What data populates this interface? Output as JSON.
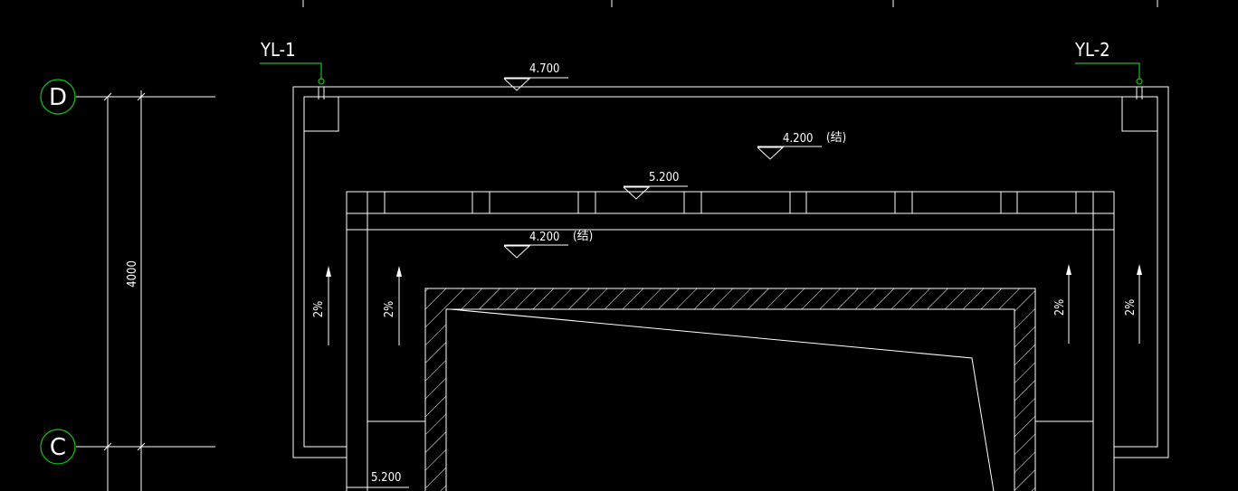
{
  "colors": {
    "background": "#000000",
    "lines": "#ffffff",
    "axis_bubble": "#12c412",
    "leader": "#12c412"
  },
  "axis_grid": [
    {
      "label": "D"
    },
    {
      "label": "C"
    }
  ],
  "dimension": {
    "value": "4000"
  },
  "pipe_tags": [
    {
      "label": "YL-1"
    },
    {
      "label": "YL-2"
    }
  ],
  "elevations": [
    {
      "value": "4.700",
      "note": ""
    },
    {
      "value": "4.200",
      "note": "(结)"
    },
    {
      "value": "5.200",
      "note": ""
    },
    {
      "value": "4.200",
      "note": "(结)"
    },
    {
      "value": "5.200",
      "note": ""
    }
  ],
  "slopes": [
    {
      "value": "2%"
    },
    {
      "value": "2%"
    },
    {
      "value": "2%"
    },
    {
      "value": "2%"
    }
  ]
}
